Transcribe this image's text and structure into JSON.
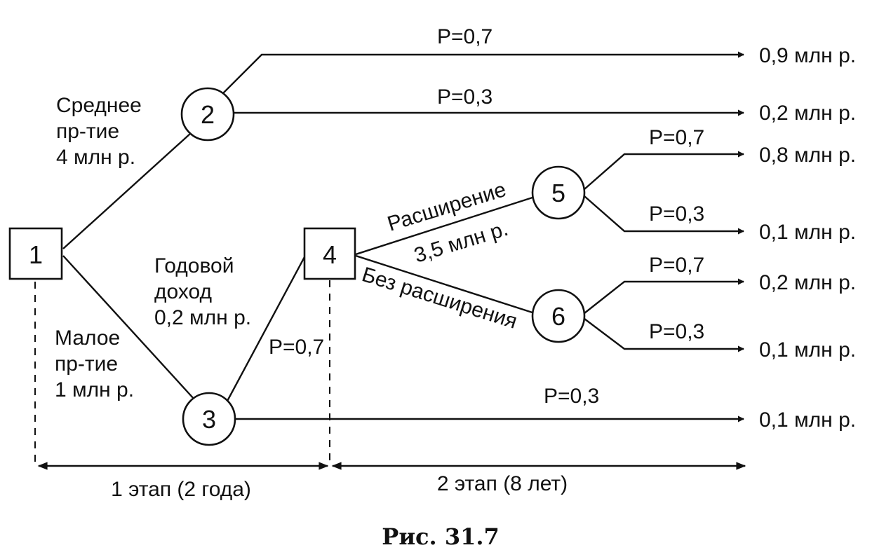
{
  "nodes": {
    "n1": "1",
    "n2": "2",
    "n3": "3",
    "n4": "4",
    "n5": "5",
    "n6": "6"
  },
  "branches": {
    "medium_1": "Среднее",
    "medium_2": "пр-тие",
    "medium_3": "4 млн р.",
    "small_1": "Малое",
    "small_2": "пр-тие",
    "small_3": "1 млн р.",
    "income_1": "Годовой",
    "income_2": "доход",
    "income_3": "0,2 млн р.",
    "expand_1": "Расширение",
    "expand_2": "3,5 млн р.",
    "no_expand": "Без расширения"
  },
  "probabilities": {
    "p_2_top": "P=0,7",
    "p_2_mid": "P=0,3",
    "p_5_top": "P=0,7",
    "p_5_bot": "P=0,3",
    "p_6_top": "P=0,7",
    "p_6_bot": "P=0,3",
    "p_3_4": "P=0,7",
    "p_3_out": "P=0,3"
  },
  "outcomes": {
    "o1": "0,9 млн р.",
    "o2": "0,2 млн р.",
    "o3": "0,8 млн р.",
    "o4": "0,1 млн р.",
    "o5": "0,2 млн р.",
    "o6": "0,1 млн р.",
    "o7": "0,1 млн р."
  },
  "stages": {
    "stage1": "1 этап (2 года)",
    "stage2": "2 этап (8 лет)"
  },
  "caption": "Рис. 31.7"
}
